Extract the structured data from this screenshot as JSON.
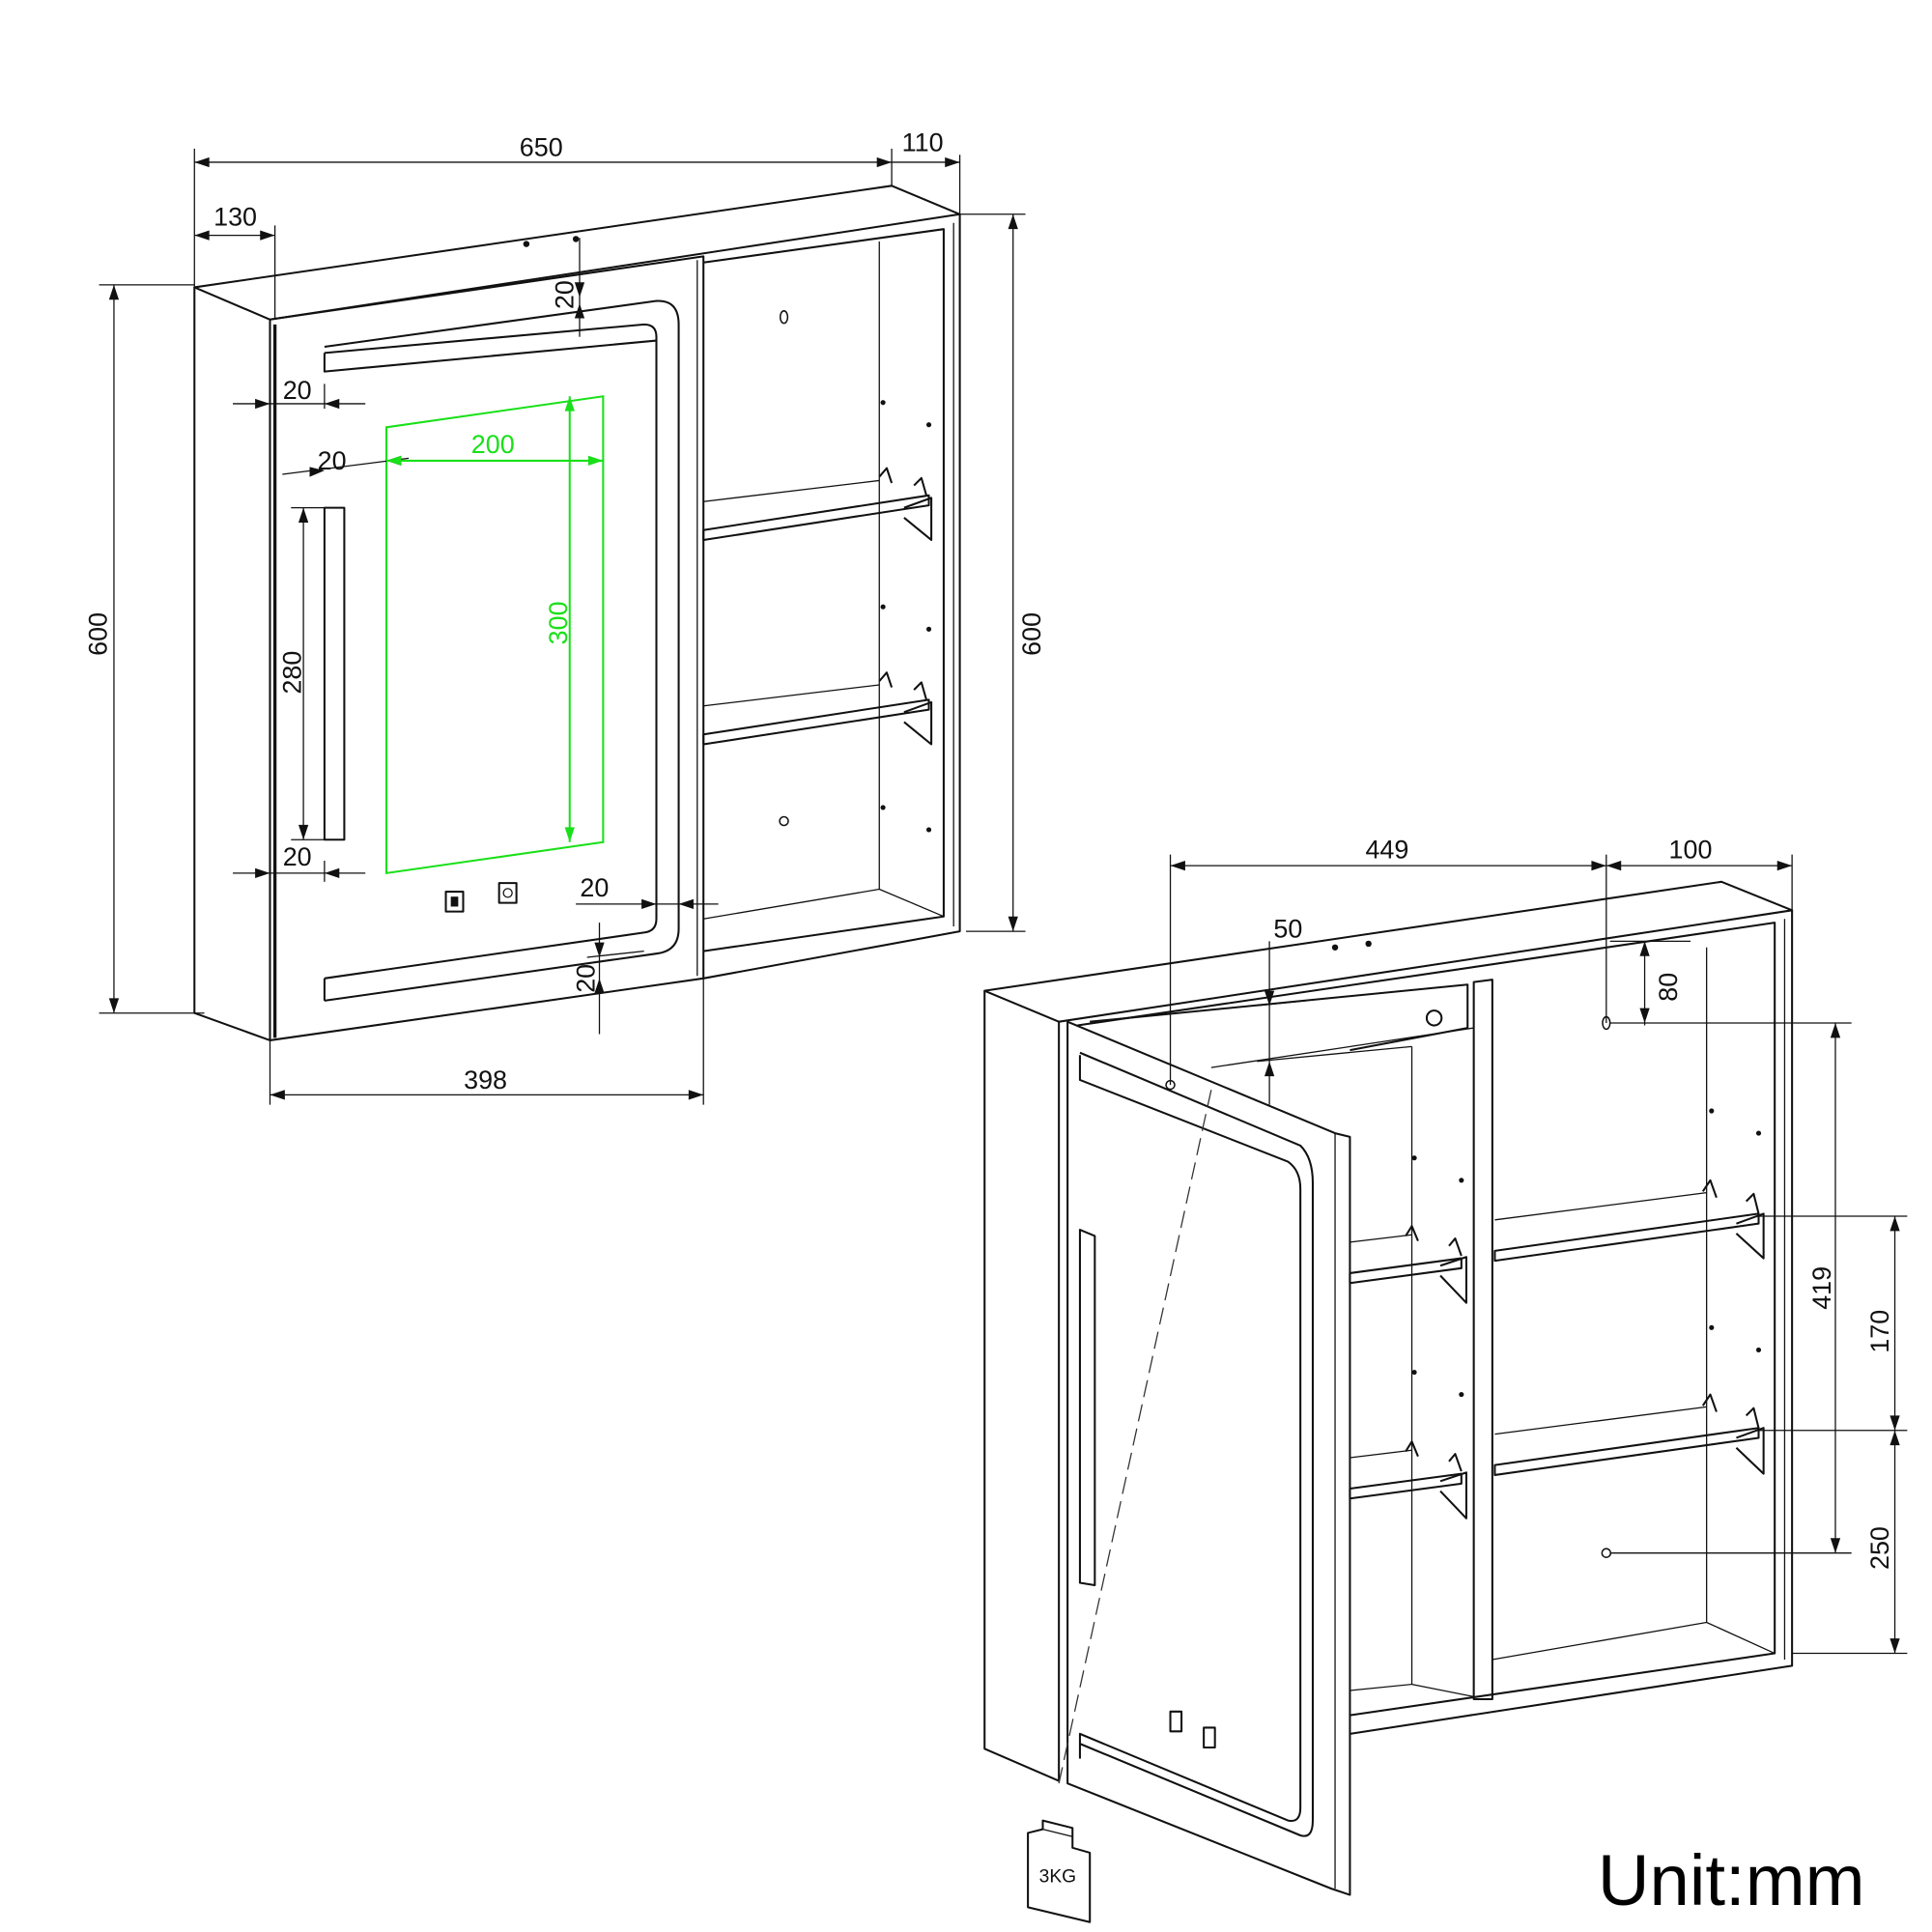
{
  "front_view": {
    "dims": {
      "total_width": "650",
      "depth": "110",
      "side_offset": "130",
      "height_left": "600",
      "height_right": "600",
      "led_top_margin": "20",
      "led_left_margin": "20",
      "handle_offset": "20",
      "mirror_width": "200",
      "mirror_height": "300",
      "handle_length": "280",
      "led_bottom_left_margin": "20",
      "led_right_margin": "20",
      "led_bottom_margin": "20",
      "door_width": "398"
    },
    "highlight_color": "#19e019"
  },
  "open_view": {
    "dims": {
      "left_compartment_width": "449",
      "right_compartment_width": "100",
      "top_inset": "50",
      "hole_top_offset": "80",
      "hole_spacing": "419",
      "shelf_spacing": "170",
      "bottom_shelf_height": "250"
    },
    "weight_tag": "3KG"
  },
  "unit_label": "Unit:mm"
}
